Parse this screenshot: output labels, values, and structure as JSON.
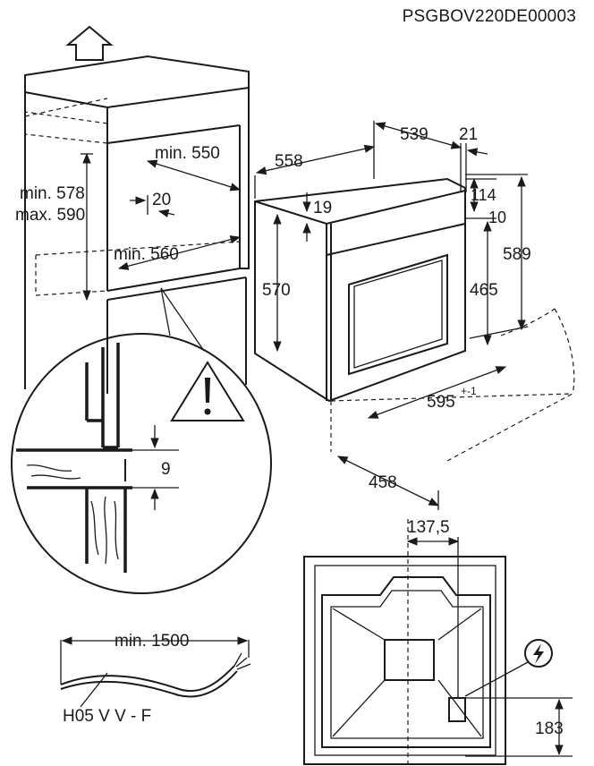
{
  "doc_code": "PSGBOV220DE00003",
  "cabinet": {
    "height_min": "min. 578",
    "height_max": "max. 590",
    "depth_min": "min. 550",
    "gap": "20",
    "width_min": "min. 560"
  },
  "detail": {
    "gap": "9"
  },
  "oven": {
    "width": "558",
    "depth": "539",
    "offset": "21",
    "top_gap": "19",
    "height": "570",
    "panel_top": "114",
    "panel_offset": "10",
    "door_height": "465",
    "total_height": "589",
    "front_width": "595",
    "front_width_tol": "+-1",
    "side_depth": "458"
  },
  "back_view": {
    "offset": "137,5",
    "height": "183"
  },
  "cable": {
    "length": "min. 1500",
    "type": "H05 V V - F"
  },
  "icons": [
    "up-arrow-icon",
    "warning-icon",
    "electric-connection-icon"
  ]
}
